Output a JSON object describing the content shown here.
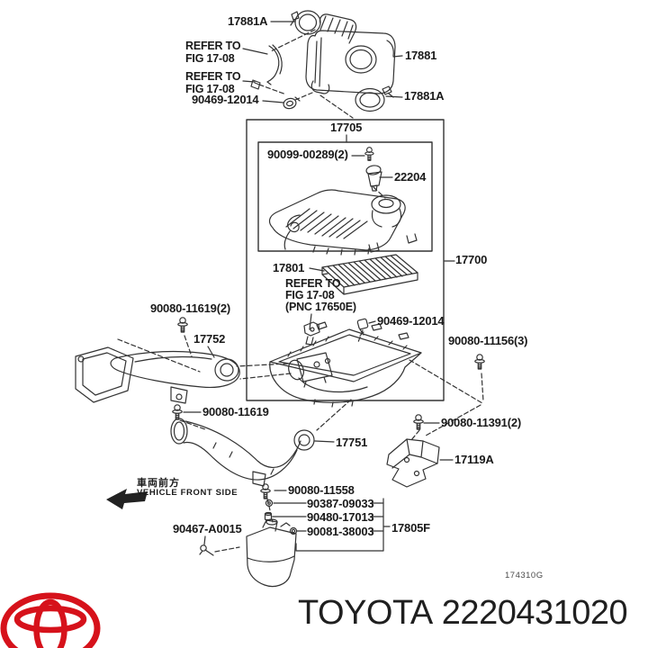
{
  "colors": {
    "ink": "#1a1a1a",
    "line": "#333333",
    "logo_red": "#d6121b"
  },
  "callouts": {
    "clamp_top": "17881A",
    "intake_hose": "17881",
    "clamp_bottom": "17881A",
    "refer_note_top_1": {
      "line1": "REFER TO",
      "line2": "FIG 17-08"
    },
    "refer_note_top_2": {
      "line1": "REFER TO",
      "line2": "FIG 17-08"
    },
    "hose_clamp": "90469-12014",
    "cap_assy": "17705",
    "cap_bolt": "90099-00289(2)",
    "maf_sensor": "22204",
    "filter_element": "17801",
    "refer_note_filter": {
      "line1": "REFER TO",
      "line2": "FIG 17-08",
      "line3": "(PNC 17650E)"
    },
    "case_clip": "90469-12014",
    "cleaner_assy": "17700",
    "duct_bolt_pair": "90080-11619(2)",
    "inlet_duct": "17752",
    "duct_bolt": "90080-11619",
    "case_bolt": "90080-11156(3)",
    "bracket_bolt": "90080-11391(2)",
    "bracket": "17119A",
    "inlet_pipe": "17751",
    "pipe_bolt": "90080-11558",
    "washer": "90387-09033",
    "collar": "90480-17013",
    "grommet": "90081-38003",
    "resonator_group": "17805F",
    "resonator_clip": "90467-A0015"
  },
  "direction_note": {
    "jp": "車両前方",
    "en": "VEHICLE FRONT SIDE"
  },
  "footer": {
    "diagram_code": "174310G",
    "brand": "TOYOTA",
    "part_number": "2220431020"
  }
}
